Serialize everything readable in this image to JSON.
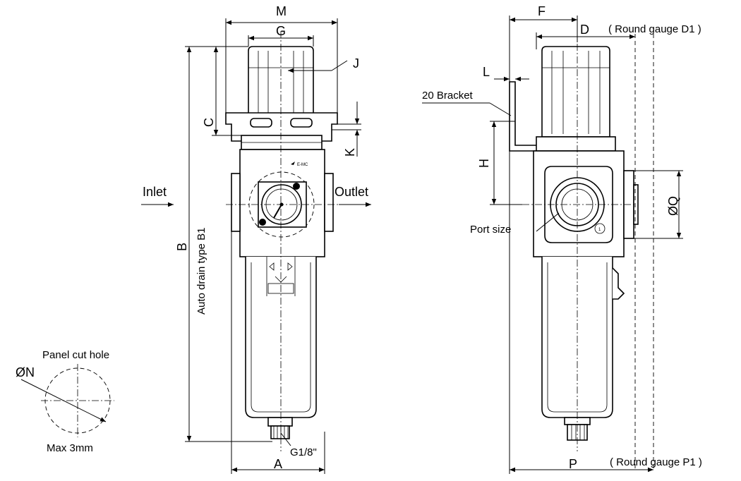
{
  "left_view": {
    "dim_m": "M",
    "dim_g": "G",
    "dim_j": "J",
    "dim_c": "C",
    "dim_k": "K",
    "dim_b": "B",
    "dim_a": "A",
    "auto_drain": "Auto drain type B1",
    "inlet": "Inlet",
    "outlet": "Outlet",
    "drain_thread": "G1/8\"",
    "logo": "E-MC"
  },
  "right_view": {
    "dim_f": "F",
    "dim_d": "D",
    "round_gauge_d1": "( Round gauge D1 )",
    "dim_l": "L",
    "bracket": "20 Bracket",
    "dim_h": "H",
    "dim_q": "ØQ",
    "port_size": "Port size",
    "port_mark": "1",
    "dim_p": "P",
    "round_gauge_p1": "( Round gauge P1 )"
  },
  "panel_cut": {
    "title": "Panel cut hole",
    "diameter": "ØN",
    "thickness": "Max 3mm"
  }
}
